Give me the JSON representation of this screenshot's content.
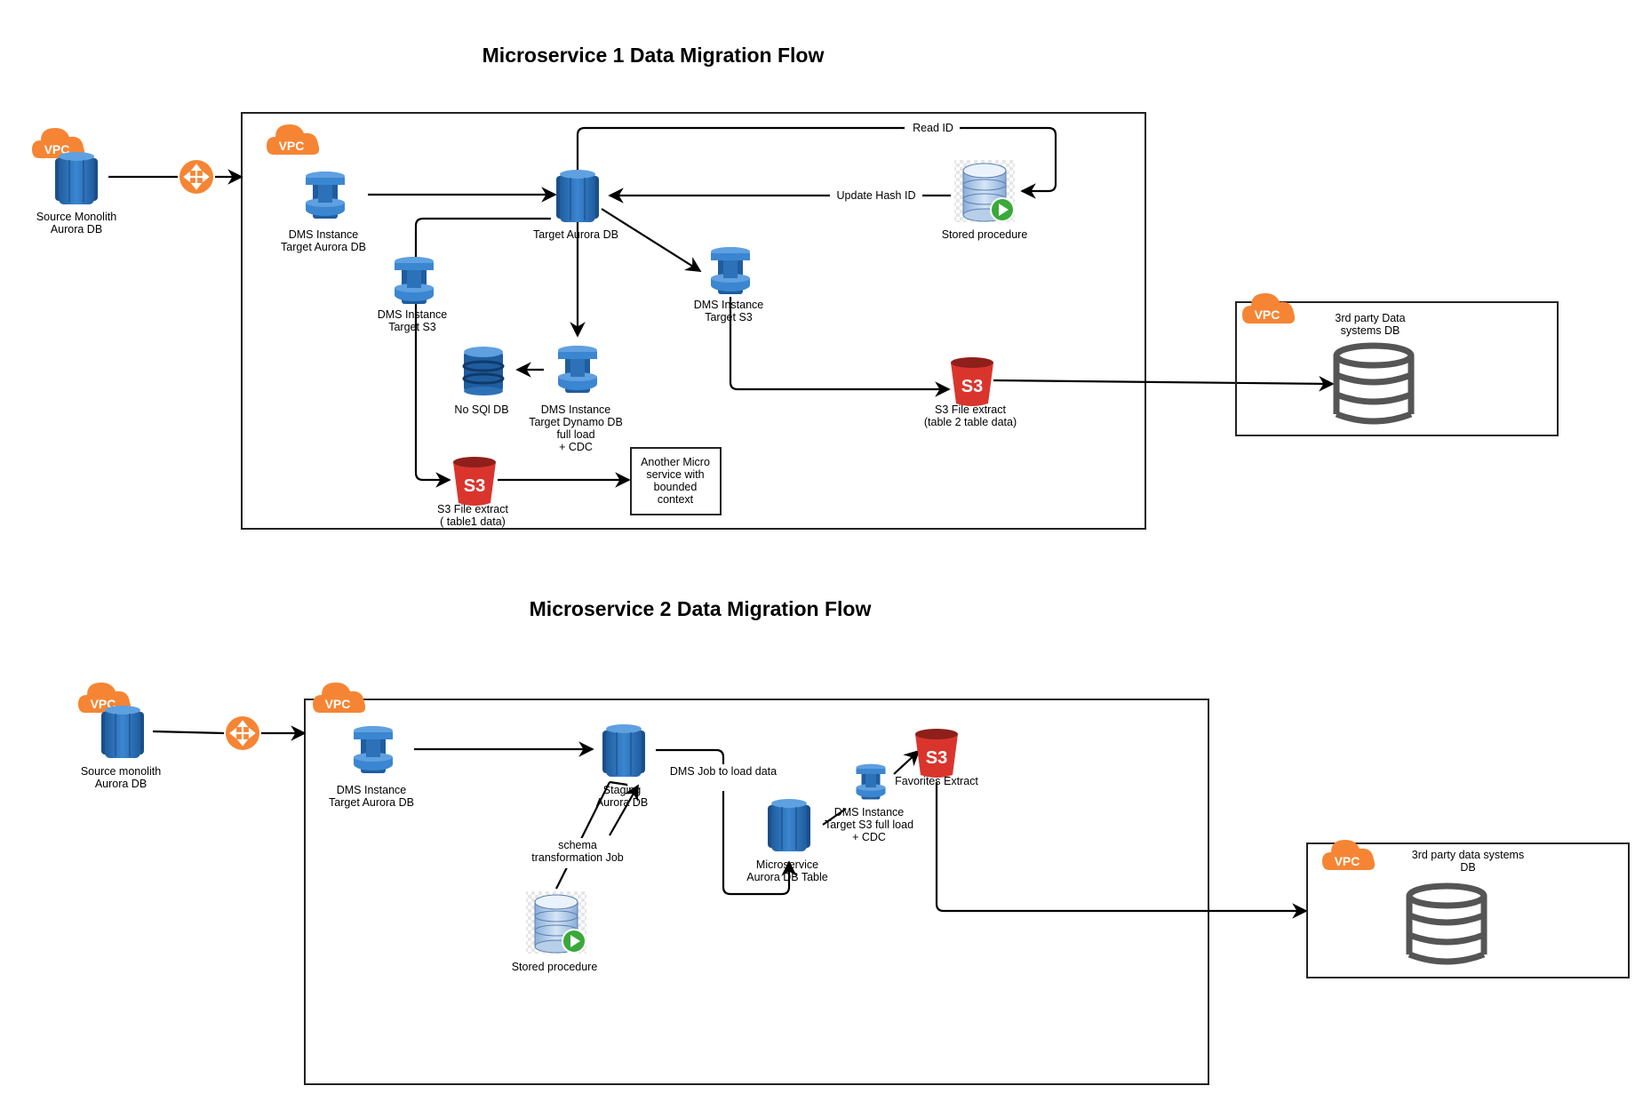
{
  "flow1": {
    "title": "Microservice 1 Data Migration Flow",
    "source_line1": "Source Monolith",
    "source_line2": "Aurora DB",
    "dms_target_aurora_line1": "DMS Instance",
    "dms_target_aurora_line2": "Target Aurora DB",
    "target_aurora": "Target Aurora DB",
    "stored_procedure": "Stored procedure",
    "read_id": "Read  ID",
    "update_hash_id": "Update  Hash  ID",
    "dms_s3_left_line1": "DMS Instance",
    "dms_s3_left_line2": "Target S3",
    "dms_s3_right_line1": "DMS Instance",
    "dms_s3_right_line2": "Target S3",
    "nosql": "No SQl DB",
    "dms_dynamo_line1": "DMS Instance",
    "dms_dynamo_line2": "Target Dynamo DB",
    "dms_dynamo_line3": "full load",
    "dms_dynamo_line4": "+ CDC",
    "s3_table1_line1": "S3 File extract",
    "s3_table1_line2": "( table1  data)",
    "s3_table2_line1": "S3 File extract",
    "s3_table2_line2": "(table 2 table data)",
    "another_line1": "Another Micro",
    "another_line2": "service with",
    "another_line3": "bounded",
    "another_line4": "context",
    "third_party_line1": "3rd party Data",
    "third_party_line2": "systems DB"
  },
  "flow2": {
    "title": "Microservice 2 Data Migration Flow",
    "source_line1": "Source monolith",
    "source_line2": "Aurora DB",
    "dms_target_aurora_line1": "DMS Instance",
    "dms_target_aurora_line2": "Target Aurora DB",
    "staging_line1": "Staging",
    "staging_line2": "Aurora DB",
    "schema_line1": "schema",
    "schema_line2": "transformation Job",
    "stored_procedure": "Stored procedure",
    "dms_job": "DMS Job to load data",
    "micro_line1": "Microservice",
    "micro_line2": "Aurora DB Table",
    "dms_s3_line1": "DMS Instance",
    "dms_s3_line2": "Target S3 full load",
    "dms_s3_line3": "+ CDC",
    "favorites": "Favorites Extract",
    "third_party_line1": "3rd party data systems",
    "third_party_line2": "DB"
  },
  "icons": {
    "vpc_label": "VPC",
    "s3_label": "S3"
  },
  "colors": {
    "aws_blue": "#2d72b8",
    "aws_blue_dark": "#1b4f8a",
    "vpc_orange": "#f58534",
    "s3_red": "#d9352d",
    "router_orange": "#f58534",
    "play_green": "#3aa93a"
  }
}
